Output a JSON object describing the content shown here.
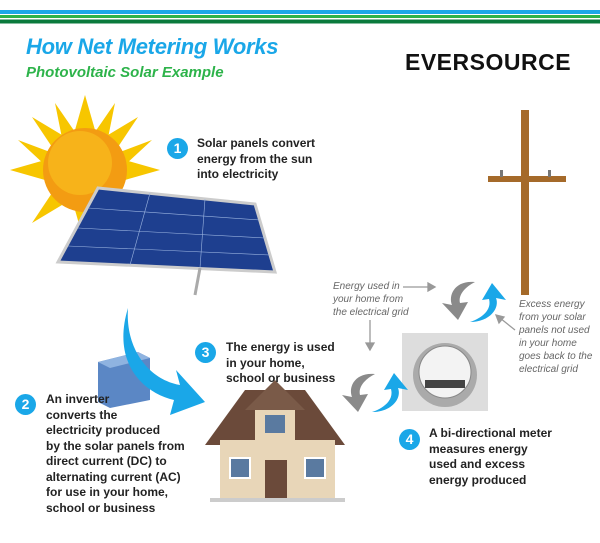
{
  "header": {
    "title": "How Net Metering Works",
    "subtitle": "Photovoltaic Solar Example",
    "logo": "EVERSOURCE"
  },
  "colors": {
    "blue": "#1aa7e8",
    "green": "#2db34a",
    "dark_green": "#0a7a3c",
    "gray_arrow": "#8a8a8a"
  },
  "steps": [
    {
      "number": "1",
      "lines": [
        "Solar panels convert",
        "energy from the sun",
        "into electricity"
      ]
    },
    {
      "number": "2",
      "lines": [
        "An inverter",
        "converts the",
        "electricity produced",
        "by the solar panels from",
        "direct current (DC) to",
        "alternating current (AC)",
        "for use in your home,",
        "school or business"
      ]
    },
    {
      "number": "3",
      "lines": [
        "The energy is used",
        "in your home,",
        "school or business"
      ]
    },
    {
      "number": "4",
      "lines": [
        "A bi-directional meter",
        "measures energy",
        "used and excess",
        "energy produced"
      ]
    }
  ],
  "notes": {
    "grid_in": [
      "Energy used in",
      "your home from",
      "the electrical grid"
    ],
    "grid_out": [
      "Excess energy",
      "from your solar",
      "panels not used",
      "in your home",
      "goes back to the",
      "electrical grid"
    ]
  }
}
